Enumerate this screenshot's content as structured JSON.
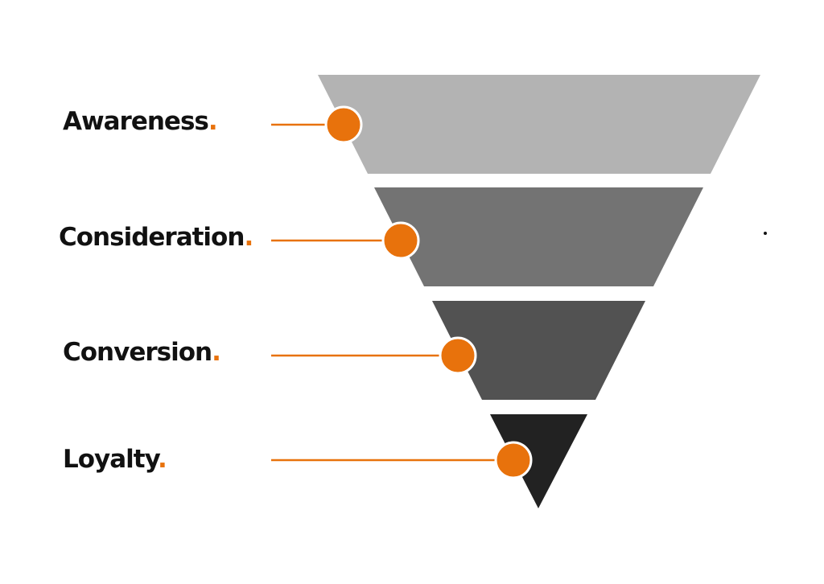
{
  "funnel": {
    "accent_color": "#e8720c",
    "label_color": "#111111",
    "stages": [
      {
        "label": "Awareness",
        "suffix": ".",
        "color": "#b3b3b3"
      },
      {
        "label": "Consideration",
        "suffix": ".",
        "color": "#737373"
      },
      {
        "label": "Conversion",
        "suffix": ".",
        "color": "#525252"
      },
      {
        "label": "Loyalty",
        "suffix": ".",
        "color": "#222222"
      }
    ]
  }
}
